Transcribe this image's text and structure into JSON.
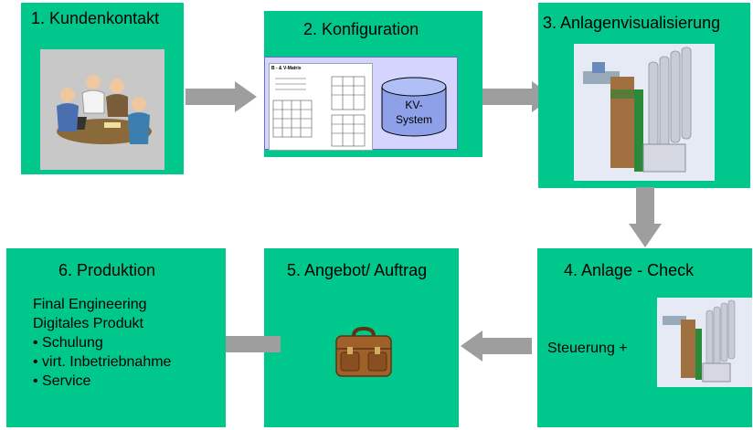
{
  "steps": {
    "s1": {
      "title": "1. Kundenkontakt"
    },
    "s2": {
      "title": "2. Konfiguration",
      "cylinder_label_1": "KV-",
      "cylinder_label_2": "System",
      "doc_title": "B - & V-Matrix"
    },
    "s3": {
      "title": "3. Anlagenvisualisierung"
    },
    "s4": {
      "title": "4. Anlage - Check",
      "text": "Steuerung +"
    },
    "s5": {
      "title": "5. Angebot/ Auftrag"
    },
    "s6": {
      "title": "6. Produktion",
      "lines": [
        "Final Engineering",
        "Digitales Produkt",
        "• Schulung",
        "• virt. Inbetriebnahme",
        "• Service"
      ]
    }
  },
  "colors": {
    "box": "#00c88c",
    "arrow": "#9e9e9e",
    "panel": "#d4d4ff"
  },
  "icons": [
    "meeting-people-icon",
    "matrix-document-icon",
    "database-cylinder-icon",
    "plant-3d-model-icon",
    "briefcase-icon"
  ]
}
